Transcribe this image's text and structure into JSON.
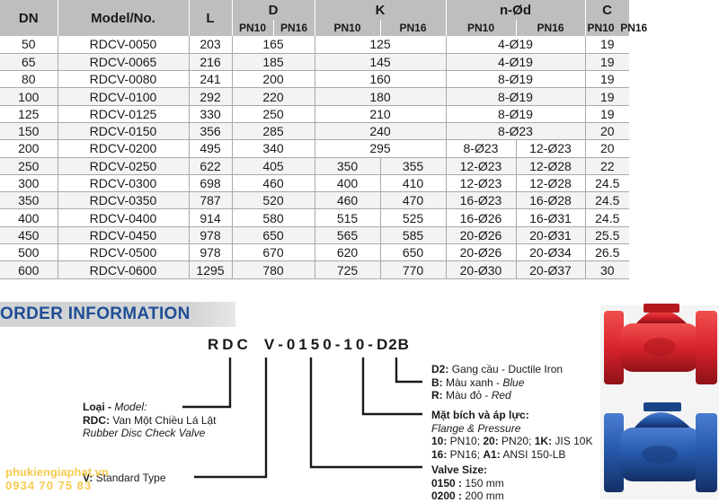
{
  "table": {
    "headers": {
      "dn": "DN",
      "model": "Model/No.",
      "l": "L",
      "d": "D",
      "k": "K",
      "nod": "n-Ød",
      "c": "C",
      "pn10": "PN10",
      "pn16": "PN16"
    },
    "rows": [
      {
        "dn": "50",
        "model": "RDCV-0050",
        "l": "203",
        "d": "165",
        "k10": "125",
        "k16": "",
        "n10": "4-Ø19",
        "n16": "",
        "c": "19"
      },
      {
        "dn": "65",
        "model": "RDCV-0065",
        "l": "216",
        "d": "185",
        "k10": "145",
        "k16": "",
        "n10": "4-Ø19",
        "n16": "",
        "c": "19"
      },
      {
        "dn": "80",
        "model": "RDCV-0080",
        "l": "241",
        "d": "200",
        "k10": "160",
        "k16": "",
        "n10": "8-Ø19",
        "n16": "",
        "c": "19"
      },
      {
        "dn": "100",
        "model": "RDCV-0100",
        "l": "292",
        "d": "220",
        "k10": "180",
        "k16": "",
        "n10": "8-Ø19",
        "n16": "",
        "c": "19"
      },
      {
        "dn": "125",
        "model": "RDCV-0125",
        "l": "330",
        "d": "250",
        "k10": "210",
        "k16": "",
        "n10": "8-Ø19",
        "n16": "",
        "c": "19"
      },
      {
        "dn": "150",
        "model": "RDCV-0150",
        "l": "356",
        "d": "285",
        "k10": "240",
        "k16": "",
        "n10": "8-Ø23",
        "n16": "",
        "c": "20"
      },
      {
        "dn": "200",
        "model": "RDCV-0200",
        "l": "495",
        "d": "340",
        "k10": "295",
        "k16": "",
        "n10": "8-Ø23",
        "n16": "12-Ø23",
        "c": "20"
      },
      {
        "dn": "250",
        "model": "RDCV-0250",
        "l": "622",
        "d": "405",
        "k10": "350",
        "k16": "355",
        "n10": "12-Ø23",
        "n16": "12-Ø28",
        "c": "22"
      },
      {
        "dn": "300",
        "model": "RDCV-0300",
        "l": "698",
        "d": "460",
        "k10": "400",
        "k16": "410",
        "n10": "12-Ø23",
        "n16": "12-Ø28",
        "c": "24.5"
      },
      {
        "dn": "350",
        "model": "RDCV-0350",
        "l": "787",
        "d": "520",
        "k10": "460",
        "k16": "470",
        "n10": "16-Ø23",
        "n16": "16-Ø28",
        "c": "24.5"
      },
      {
        "dn": "400",
        "model": "RDCV-0400",
        "l": "914",
        "d": "580",
        "k10": "515",
        "k16": "525",
        "n10": "16-Ø26",
        "n16": "16-Ø31",
        "c": "24.5"
      },
      {
        "dn": "450",
        "model": "RDCV-0450",
        "l": "978",
        "d": "650",
        "k10": "565",
        "k16": "585",
        "n10": "20-Ø26",
        "n16": "20-Ø31",
        "c": "25.5"
      },
      {
        "dn": "500",
        "model": "RDCV-0500",
        "l": "978",
        "d": "670",
        "k10": "620",
        "k16": "650",
        "n10": "20-Ø26",
        "n16": "20-Ø34",
        "c": "26.5"
      },
      {
        "dn": "600",
        "model": "RDCV-0600",
        "l": "1295",
        "d": "780",
        "k10": "725",
        "k16": "770",
        "n10": "20-Ø30",
        "n16": "20-Ø37",
        "c": "30"
      }
    ]
  },
  "order": {
    "title": "ORDER INFORMATION",
    "code": {
      "p1": "RDC",
      "p2": "V",
      "d1": "-",
      "p3": "0150",
      "d2": "-",
      "p4": "10",
      "d3": "-",
      "p5": "D2B"
    },
    "material": {
      "d2_code": "D2:",
      "d2_text": "Gang cầu - ",
      "d2_en": "Ductile Iron",
      "b_code": "B:",
      "b_text": "Màu xanh - ",
      "b_en": "Blue",
      "r_code": "R:",
      "r_text": "Màu đỏ - ",
      "r_en": "Red"
    },
    "flange": {
      "title": "Mặt bích và áp lực:",
      "subtitle": "Flange & Pressure",
      "line1_a": "10:",
      "line1_b": " PN10; ",
      "line1_c": "20:",
      "line1_d": " PN20; ",
      "line1_e": "1K:",
      "line1_f": " JIS 10K",
      "line2_a": "16:",
      "line2_b": " PN16; ",
      "line2_c": "A1:",
      "line2_d": " ANSI 150-LB"
    },
    "size": {
      "title": "Valve Size:",
      "s1_code": "0150 :",
      "s1_val": " 150 mm",
      "s2_code": "0200 :",
      "s2_val": " 200 mm"
    },
    "type": {
      "label": "Loại - ",
      "label_en": "Model:",
      "rdc_code": "RDC:",
      "rdc_text": " Van Một Chiều Lá Lật",
      "rdc_en": "Rubber Disc Check Valve",
      "v_code": "V:",
      "v_text": " Standard Type"
    }
  },
  "watermark": {
    "site": "phukiengiaphat.vn",
    "phone": "0934 70 75 83"
  },
  "colors": {
    "header_bg": "#bcbec0",
    "title_blue": "#1f4e96",
    "valve_red": "#d9232d",
    "valve_blue": "#2457a8"
  }
}
